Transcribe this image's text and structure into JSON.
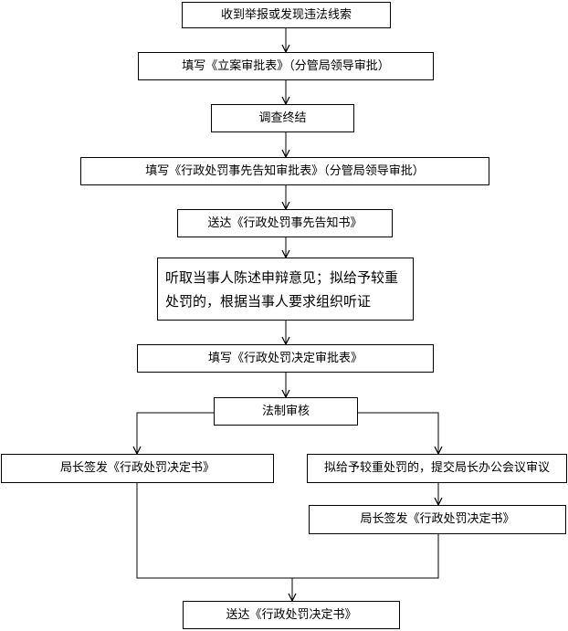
{
  "flowchart": {
    "nodes": {
      "receive_report": "收到举报或发现违法线索",
      "fill_case_approval": "填写《立案审批表》（分管局领导审批）",
      "investigation_end": "调查终结",
      "fill_notice_approval": "填写《行政处罚事先告知审批表》（分管局领导审批）",
      "send_notice": "送达《行政处罚事先告知书》",
      "hearing": "听取当事人陈述申辩意见；拟给予较重处罚的，根据当事人要求组织听证",
      "fill_decision_approval": "填写《行政处罚决定审批表》",
      "legal_review": "法制审核",
      "director_sign_left": "局长签发《行政处罚决定书》",
      "propose_meeting": "拟给予较重处罚的，提交局长办公会议审议",
      "director_sign_right": "局长签发《行政处罚决定书》",
      "send_decision": "送达《行政处罚决定书》"
    }
  }
}
